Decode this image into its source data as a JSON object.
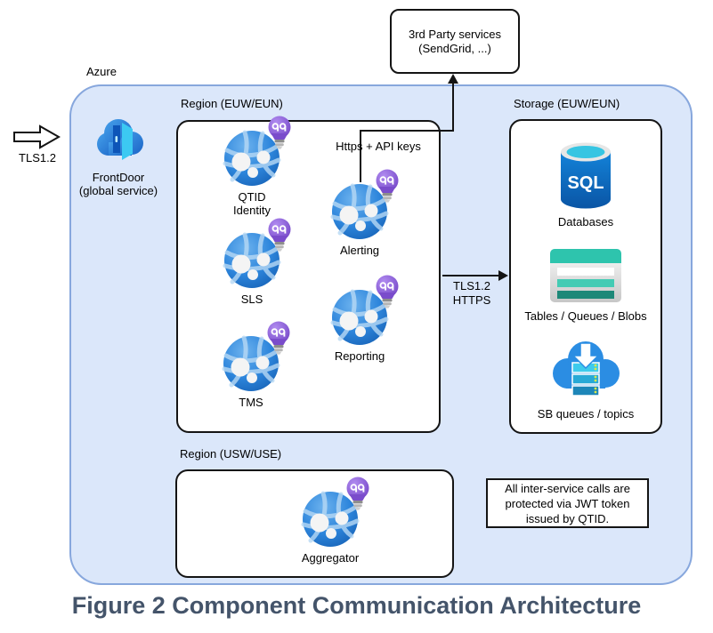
{
  "external": {
    "third_party_label": "3rd Party services\n(SendGrid, ...)"
  },
  "azure": {
    "label": "Azure"
  },
  "ingress_arrow": {
    "label": "TLS1.2"
  },
  "frontdoor": {
    "name": "FrontDoor",
    "sub": "(global service)"
  },
  "connectors": {
    "alerting_third_party": "Https + API keys",
    "region_storage": "TLS1.2\nHTTPS"
  },
  "region_euw": {
    "label": "Region (EUW/EUN)",
    "services": {
      "qtid": "QTID\nIdentity",
      "alerting": "Alerting",
      "sls": "SLS",
      "reporting": "Reporting",
      "tms": "TMS"
    }
  },
  "region_usw": {
    "label": "Region (USW/USE)",
    "services": {
      "aggregator": "Aggregator"
    }
  },
  "storage": {
    "label": "Storage (EUW/EUN)",
    "sql_text": "SQL",
    "items": {
      "databases": "Databases",
      "tables": "Tables / Queues / Blobs",
      "servicebus": "SB queues / topics"
    }
  },
  "note": {
    "text": "All inter-service calls are protected via JWT token issued by QTID."
  },
  "caption": {
    "text": "Figure 2 Component Communication Architecture"
  },
  "icons": {
    "service": "app-service-globe-icon",
    "badge": "lightbulb-icon",
    "frontdoor": "cloud-door-icon",
    "databases": "sql-database-icon",
    "tables": "table-storage-icon",
    "servicebus": "service-bus-cloud-icon",
    "ingress": "block-arrow-right-icon"
  },
  "colors": {
    "azure_fill": "#dbe7fa",
    "azure_border": "#87a7dd",
    "box_border": "#141414",
    "service_blue": "#2e86dc",
    "bulb_purple": "#8a5fd6",
    "sql_blue": "#0f6fc5",
    "sql_top_cyan": "#36c5e2",
    "table_teal": "#2ec4ad",
    "cloud_blue": "#2b8de3",
    "caption_color": "#44546a"
  }
}
